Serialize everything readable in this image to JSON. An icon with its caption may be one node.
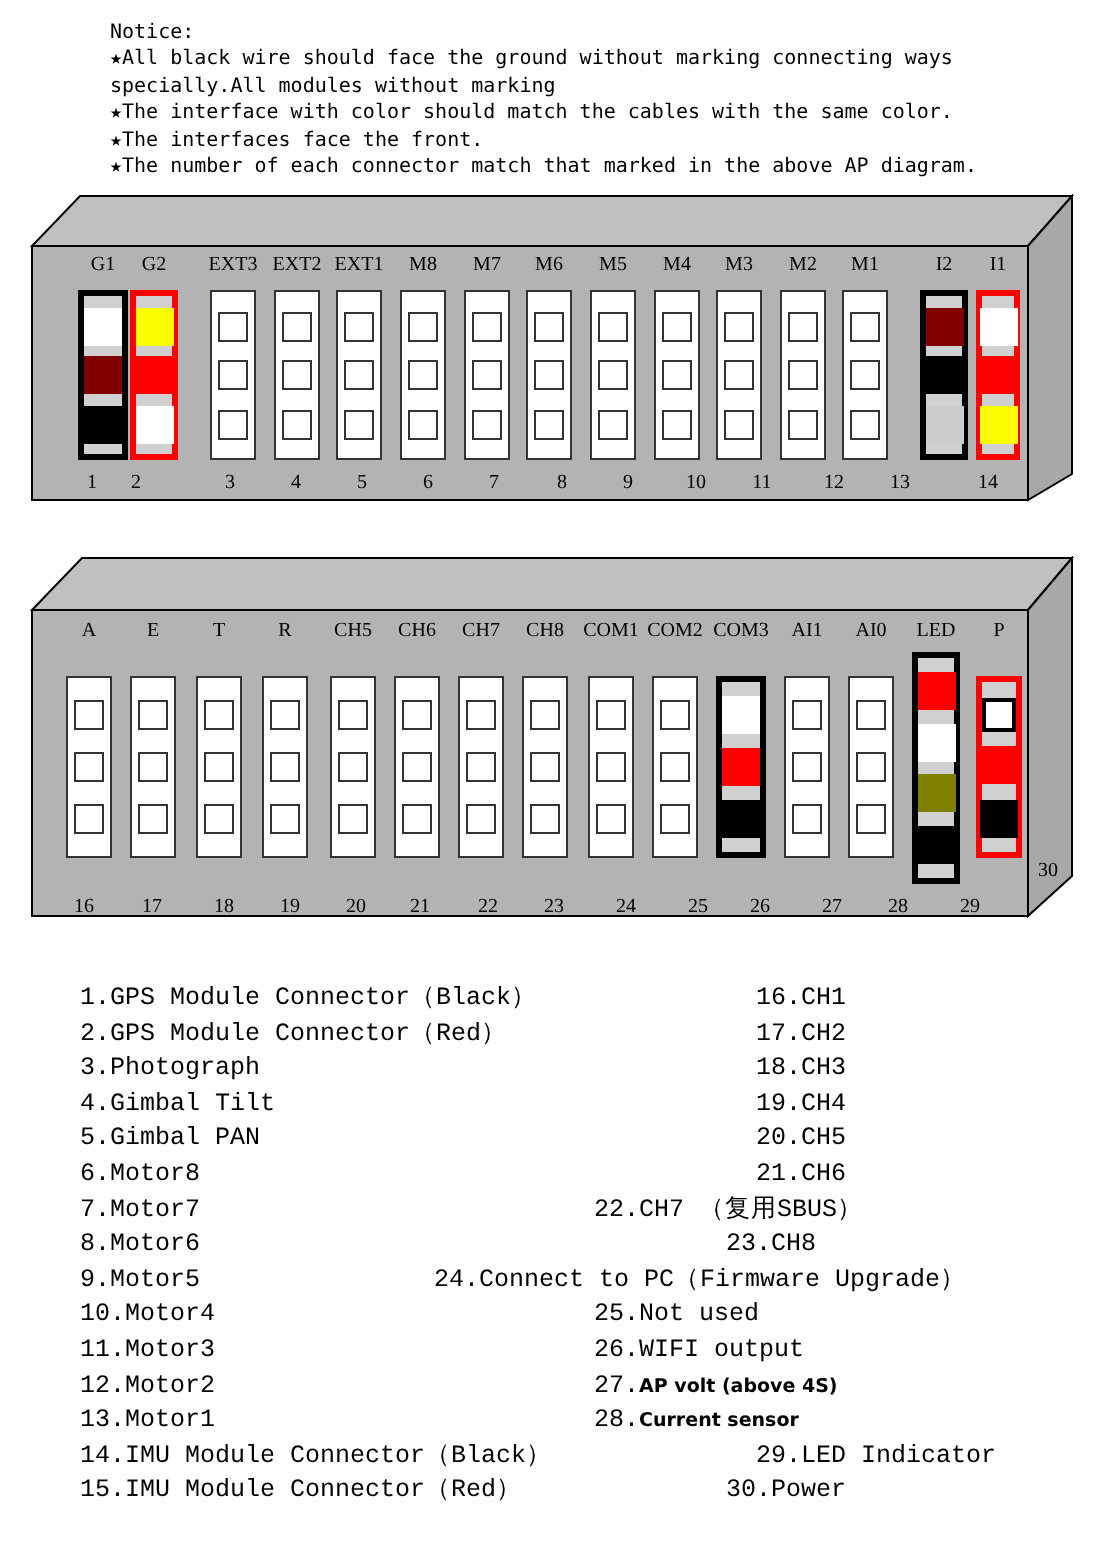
{
  "diagram": {
    "nodes": [
      {
        "text": [],
        "shape": "box"
      },
      {
        "text": [
          "G1"
        ],
        "in": 0
      },
      {
        "text": [
          "G2"
        ],
        "in": 0
      },
      {
        "text": [
          "EXT3"
        ],
        "in": 0
      },
      {
        "text": [
          "EXT2"
        ],
        "in": 0
      },
      {
        "text": [
          "EXT1"
        ],
        "in": 0
      },
      {
        "text": [
          "M8"
        ],
        "in": 0
      },
      {
        "text": [
          "M7"
        ],
        "in": 0
      },
      {
        "text": [
          "M6"
        ],
        "in": 0
      },
      {
        "text": [
          "M5"
        ],
        "in": 0
      },
      {
        "text": [
          "M4"
        ],
        "in": 0
      },
      {
        "text": [
          "M3"
        ],
        "in": 0
      },
      {
        "text": [
          "M2"
        ],
        "in": 0
      },
      {
        "text": [
          "M1"
        ],
        "in": 0
      },
      {
        "text": [
          "I2"
        ],
        "in": 0
      },
      {
        "text": [
          "I1"
        ],
        "in": 0
      },
      {
        "text": [],
        "shape": "box"
      },
      {
        "text": [
          "A"
        ],
        "in": 16
      },
      {
        "text": [
          "E"
        ],
        "in": 16
      },
      {
        "text": [
          "T"
        ],
        "in": 16
      },
      {
        "text": [
          "R"
        ],
        "in": 16
      },
      {
        "text": [
          "CH5"
        ],
        "in": 16
      },
      {
        "text": [
          "CH6"
        ],
        "in": 16
      },
      {
        "text": [
          "CH7"
        ],
        "in": 16
      },
      {
        "text": [
          "CH8"
        ],
        "in": 16
      },
      {
        "text": [
          "COM1"
        ],
        "in": 16
      },
      {
        "text": [
          "COM2"
        ],
        "in": 16
      },
      {
        "text": [
          "COM3"
        ],
        "in": 16
      },
      {
        "text": [
          "AI1"
        ],
        "in": 16
      },
      {
        "text": [
          "AI0"
        ],
        "in": 16
      },
      {
        "text": [
          "LED"
        ],
        "in": 16
      },
      {
        "text": [
          "P"
        ],
        "in": 16
      }
    ],
    "labels": [
      "Notice:",
      "★All black wire should face the ground without marking connecting ways specially.All modules without marking",
      "★The interface with color should match the cables with the same color.",
      "★The interfaces face the front.",
      "★The number of each connector match that marked in the above AP diagram.",
      "1",
      "2",
      "3",
      "4",
      "5",
      "6",
      "7",
      "8",
      "9",
      "10",
      "11",
      "12",
      "13",
      "14",
      "16",
      "17",
      "18",
      "19",
      "20",
      "21",
      "22",
      "23",
      "24",
      "25",
      "26",
      "27",
      "28",
      "29",
      "30",
      "1.GPS Module Connector（Black）",
      "16.CH1",
      "2.GPS Module Connector（Red）",
      "17.CH2",
      "3.Photograph",
      "18.CH3",
      "4.Gimbal Tilt",
      "19.CH4",
      "5.Gimbal PAN",
      "20.CH5",
      "6.Motor8",
      "21.CH6",
      "7.Motor7",
      "22.CH7 （复用SBUS）",
      "8.Motor6",
      "23.CH8",
      "9.Motor5",
      "24.Connect to PC（Firmware Upgrade）",
      "10.Motor4",
      "25.Not used",
      "11.Motor3",
      "26.WIFI output",
      "12.Motor2",
      "27.**AP volt (above 4S)**",
      "13.Motor1",
      "28.**Current sensor**",
      "14.IMU Module Connector（Black）",
      "29.LED Indicator",
      "15.IMU Module Connector（Red）",
      "30.Power"
    ]
  }
}
